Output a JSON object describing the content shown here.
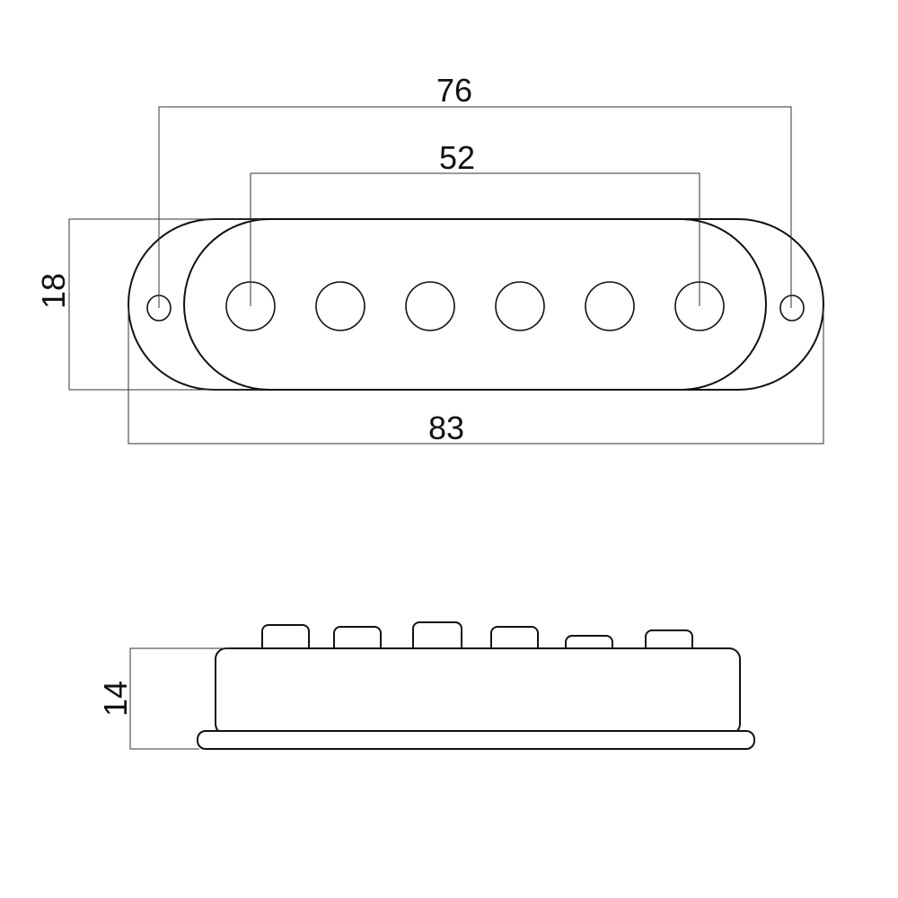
{
  "dimensions": {
    "mount_hole_spacing": "76",
    "pole_spacing": "52",
    "cover_width": "18",
    "base_length": "83",
    "side_height": "14"
  },
  "colors": {
    "line": "#111111",
    "background": "#ffffff"
  }
}
